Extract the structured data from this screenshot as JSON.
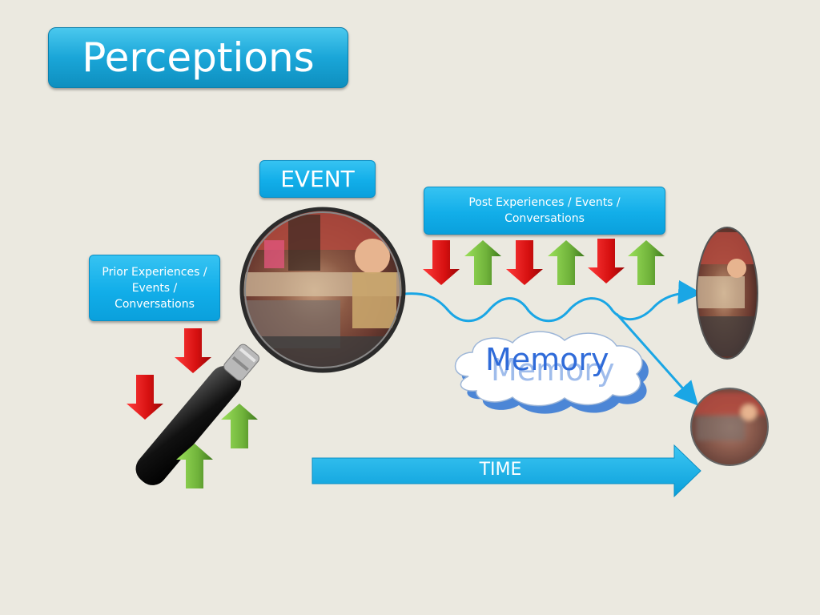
{
  "slide": {
    "title": "Perceptions",
    "event_label": "EVENT",
    "post_label": "Post Experiences / Events / Conversations",
    "prior_label": "Prior Experiences / Events / Conversations",
    "memory_label": "Memory",
    "time_label": "TIME"
  },
  "colors": {
    "accent_blue": "#12aee9",
    "flow_line": "#1aa6e5",
    "down_arrow": "#e02020",
    "up_arrow": "#7ac142",
    "memory_text": "#2f6bd9"
  },
  "icons": {
    "magnifier": "magnifying-glass-icon",
    "down": "red-down-arrow-icon",
    "up": "green-up-arrow-icon",
    "cloud": "cloud-icon"
  }
}
